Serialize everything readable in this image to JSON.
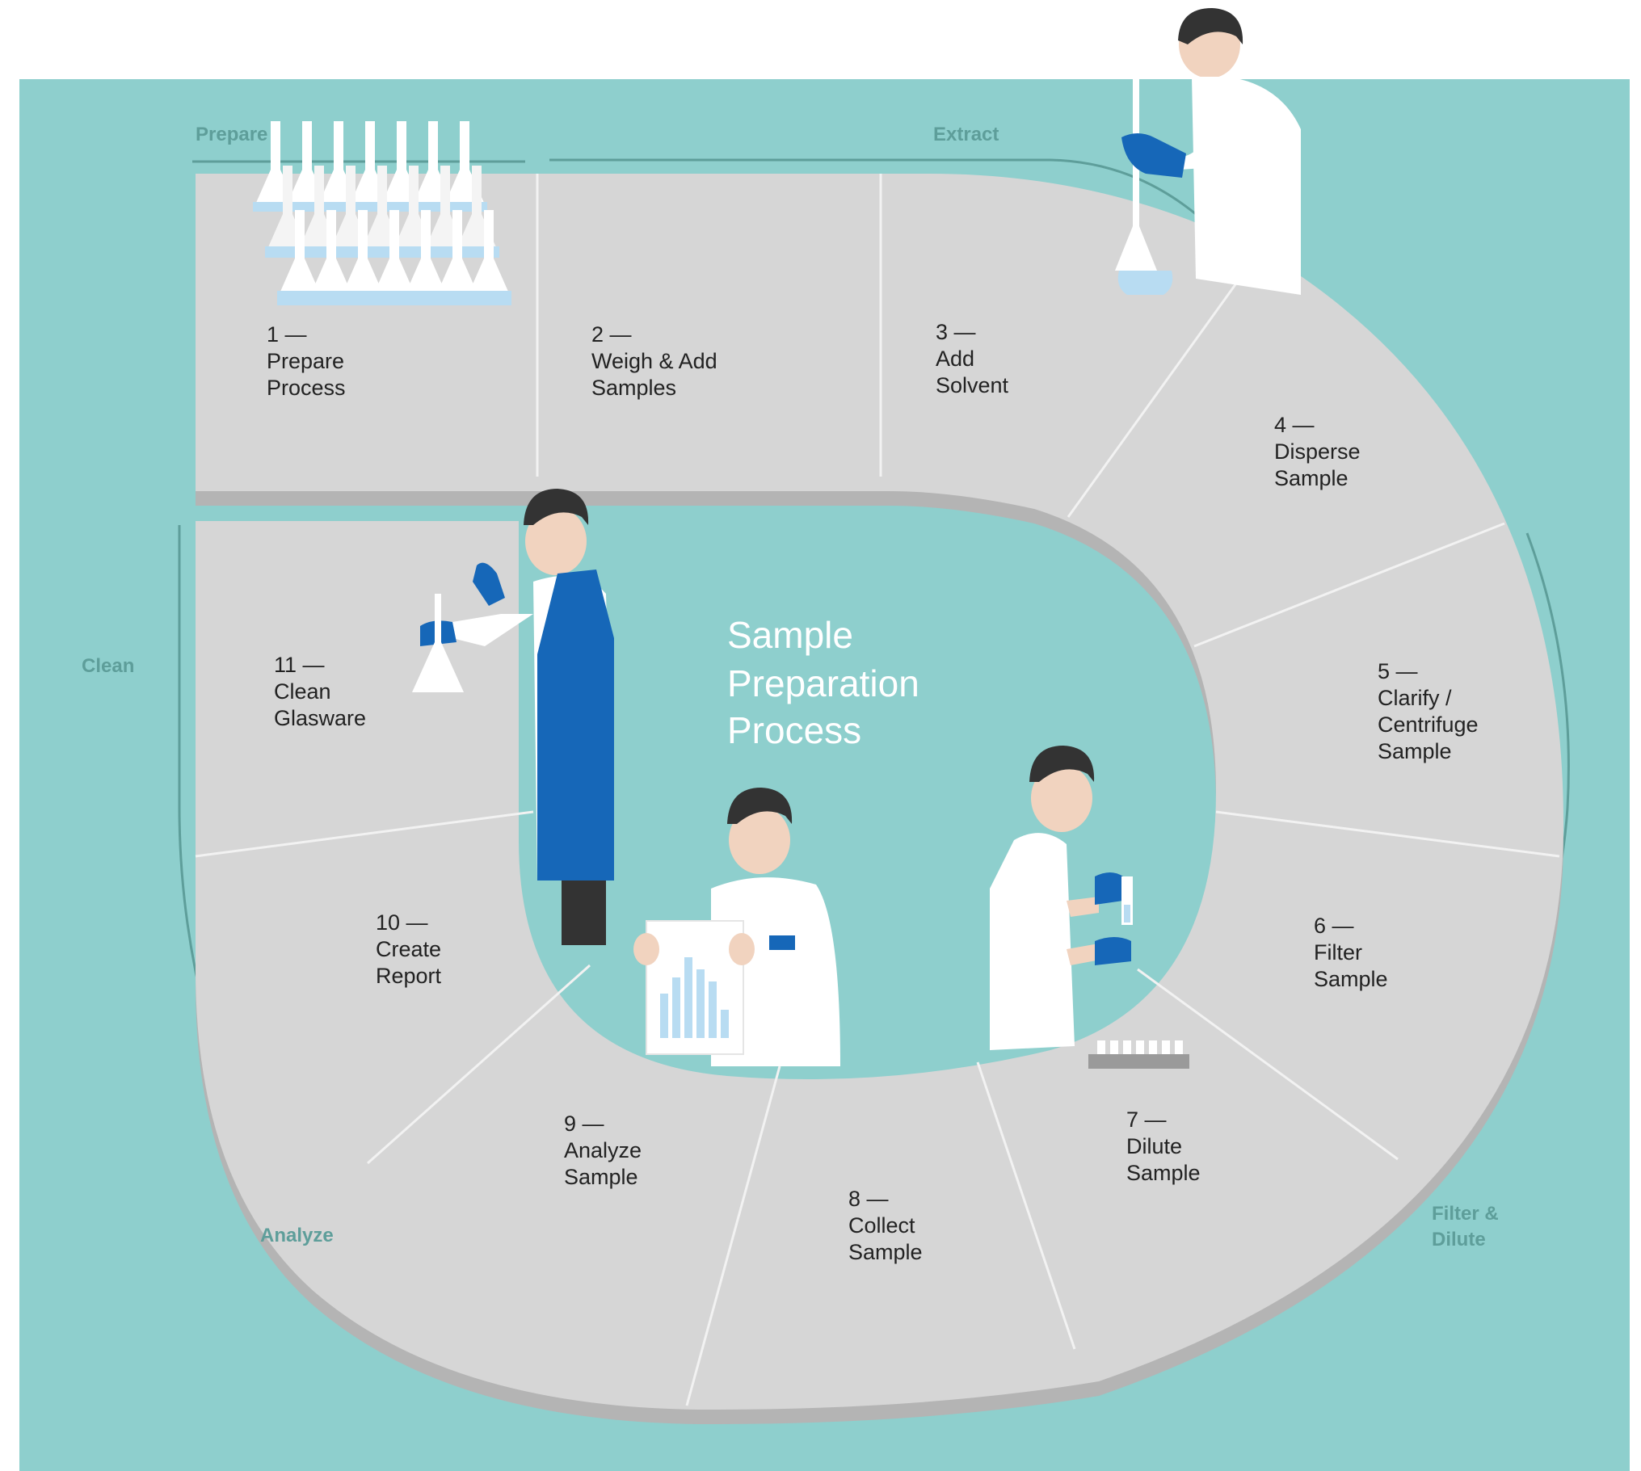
{
  "title": {
    "line1": "Sample",
    "line2": "Preparation",
    "line3": "Process"
  },
  "phases": {
    "prepare": "Prepare",
    "extract": "Extract",
    "clean": "Clean",
    "analyze": "Analyze",
    "filter_dilute_1": "Filter &",
    "filter_dilute_2": "Dilute"
  },
  "steps": [
    {
      "number": "1 —",
      "line1": "Prepare",
      "line2": "Process",
      "line3": ""
    },
    {
      "number": "2 —",
      "line1": "Weigh & Add",
      "line2": "Samples",
      "line3": ""
    },
    {
      "number": "3 —",
      "line1": "Add",
      "line2": "Solvent",
      "line3": ""
    },
    {
      "number": "4 —",
      "line1": "Disperse",
      "line2": "Sample",
      "line3": ""
    },
    {
      "number": "5 —",
      "line1": "Clarify /",
      "line2": "Centrifuge",
      "line3": "Sample"
    },
    {
      "number": "6 —",
      "line1": "Filter",
      "line2": "Sample",
      "line3": ""
    },
    {
      "number": "7 —",
      "line1": "Dilute",
      "line2": "Sample",
      "line3": ""
    },
    {
      "number": "8 —",
      "line1": "Collect",
      "line2": "Sample",
      "line3": ""
    },
    {
      "number": "9 —",
      "line1": "Analyze",
      "line2": "Sample",
      "line3": ""
    },
    {
      "number": "10 —",
      "line1": "Create",
      "line2": "Report",
      "line3": ""
    },
    {
      "number": "11 —",
      "line1": "Clean",
      "line2": "Glasware",
      "line3": ""
    }
  ],
  "colors": {
    "background": "#8ecfcd",
    "track": "#d6d6d6",
    "track_edge": "#b4b4b4",
    "accent_blue": "#1667b8",
    "light_blue": "#b8dcf2"
  },
  "icons": [
    "flask-cluster-icon",
    "scientist-pipette-icon",
    "scientist-flask-icon",
    "scientist-report-icon",
    "scientist-dropper-icon",
    "test-tube-rack-icon"
  ]
}
